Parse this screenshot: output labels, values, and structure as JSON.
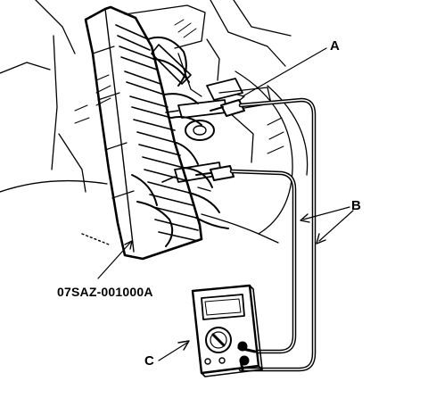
{
  "callouts": {
    "a": "A",
    "b": "B",
    "c": "C",
    "tool_number": "07SAZ-001000A"
  },
  "colors": {
    "ink": "#000000",
    "paper": "#ffffff"
  }
}
